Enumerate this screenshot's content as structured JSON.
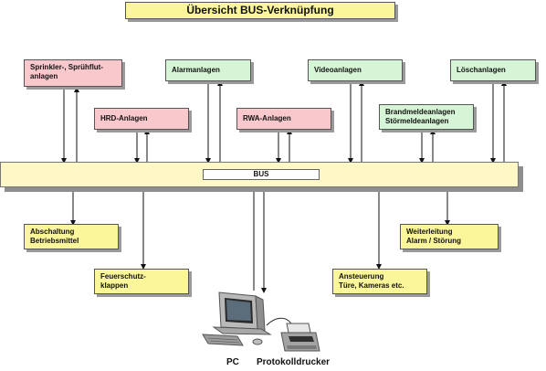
{
  "title": "Übersicht BUS-Verknüpfung",
  "bus_label": "BUS",
  "top_boxes": {
    "sprinkler": [
      "Sprinkler-, Sprühflut-",
      "anlagen"
    ],
    "alarm": [
      "Alarmanlagen"
    ],
    "video": [
      "Videoanlagen"
    ],
    "loesch": [
      "Löschanlagen"
    ],
    "hrd": [
      "HRD-Anlagen"
    ],
    "rwa": [
      "RWA-Anlagen"
    ],
    "brand": [
      "Brandmeldeanlagen",
      "Störmeldeanlagen"
    ]
  },
  "bottom_boxes": {
    "abschaltung": [
      "Abschaltung",
      "Betriebsmittel"
    ],
    "feuerschutz": [
      "Feuerschutz-",
      "klappen"
    ],
    "ansteuerung": [
      "Ansteuerung",
      "Türe, Kameras etc."
    ],
    "weiterleitung": [
      "Weiterleitung",
      "Alarm / Störung"
    ]
  },
  "devices": {
    "pc_label": "PC",
    "printer_label": "Protokolldrucker"
  },
  "colors": {
    "pink": "#f8c8cc",
    "green": "#d6f5d6",
    "yellow": "#fbf69a",
    "bus": "#fdf8c6"
  }
}
